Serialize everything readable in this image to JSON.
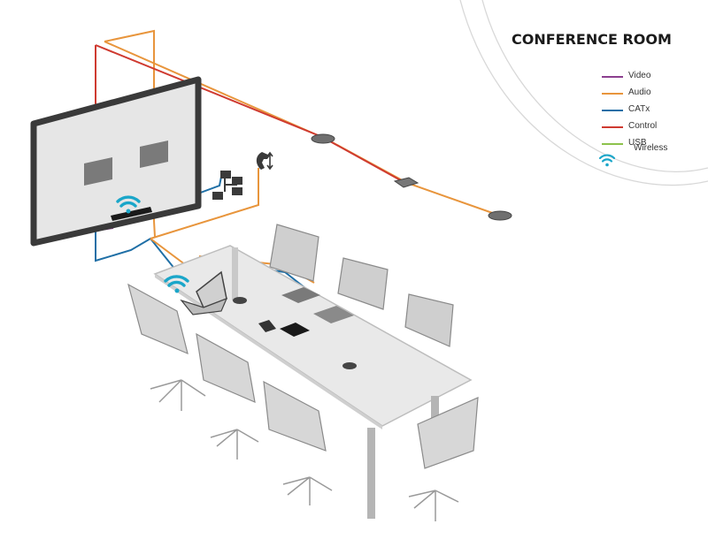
{
  "diagram": {
    "title": "CONFERENCE ROOM",
    "legend": [
      {
        "label": "Video",
        "color": "#8c3f8f"
      },
      {
        "label": "Audio",
        "color": "#e8953c"
      },
      {
        "label": "CATx",
        "color": "#1f6fa6"
      },
      {
        "label": "Control",
        "color": "#cf3a30"
      },
      {
        "label": "USB",
        "color": "#8dc24c"
      }
    ],
    "wireless": {
      "label": "Wireless",
      "icon": "wifi-icon",
      "color": "#1aa6c9"
    }
  }
}
